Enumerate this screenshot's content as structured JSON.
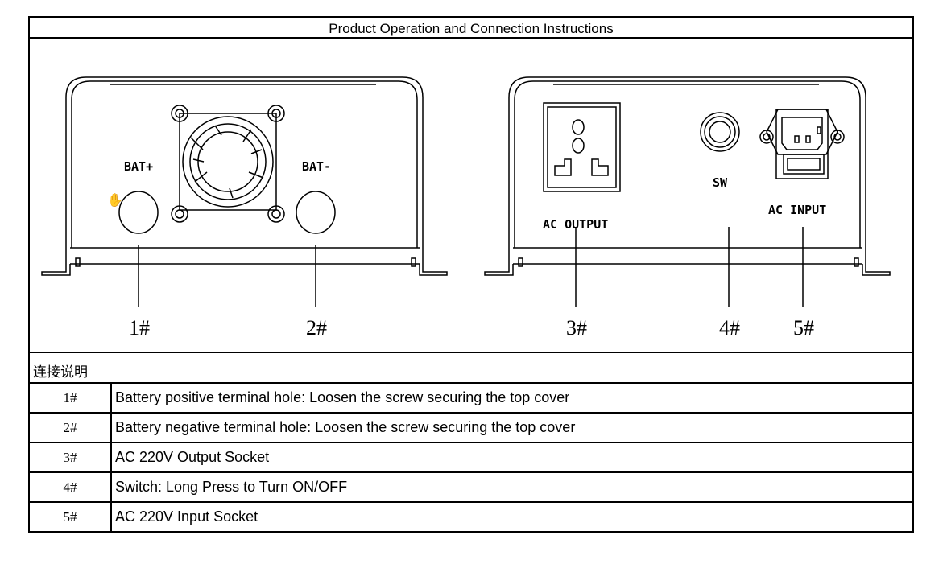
{
  "title": "Product Operation and Connection Instructions",
  "diagram": {
    "left_panel": {
      "bat_plus": "BAT+",
      "bat_minus": "BAT-"
    },
    "right_panel": {
      "ac_output": "AC OUTPUT",
      "sw": "SW",
      "ac_input": "AC INPUT"
    },
    "callouts": [
      "1#",
      "2#",
      "3#",
      "4#",
      "5#"
    ]
  },
  "section_label": "连接说明",
  "instructions": [
    {
      "num": "1#",
      "text": "Battery positive terminal hole: Loosen the screw securing the top cover"
    },
    {
      "num": "2#",
      "text": "Battery negative terminal hole: Loosen the screw securing the top cover"
    },
    {
      "num": "3#",
      "text": "AC 220V Output Socket"
    },
    {
      "num": "4#",
      "text": "Switch: Long Press to Turn ON/OFF"
    },
    {
      "num": "5#",
      "text": "AC 220V Input Socket"
    }
  ]
}
